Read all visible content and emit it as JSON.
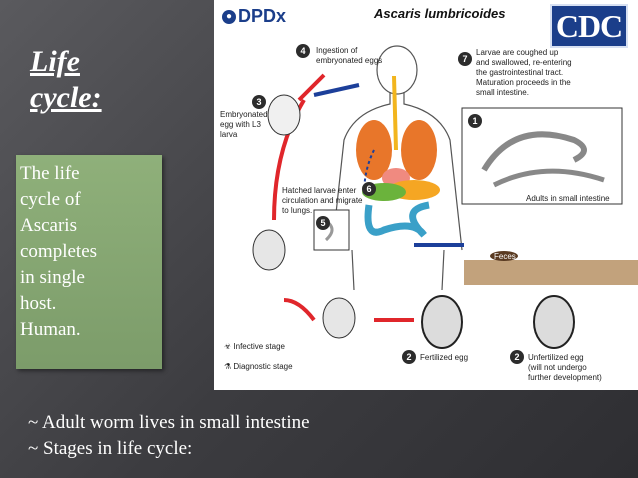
{
  "slide": {
    "title_line1": "Life",
    "title_line2": "cycle:",
    "info_lines": [
      "The life",
      "cycle of",
      "Ascaris",
      "completes",
      "in single",
      "host.",
      "Human."
    ],
    "bullets": [
      "~  Adult worm lives in small intestine",
      "~  Stages in life cycle:"
    ]
  },
  "figure": {
    "title": "Ascaris lumbricoides",
    "logo_left": "DPDx",
    "logo_right": "CDC",
    "labels": {
      "step1": "Adults in small intestine",
      "step2_fert": "Fertilized egg",
      "step2_unfert": "Unfertilized egg\n(will not undergo\nfurther development)",
      "step3": "Embryonated\negg with L3\nlarva",
      "step4": "Ingestion of\nembryonated eggs",
      "step6": "Hatched larvae enter\ncirculation and migrate\nto lungs.",
      "step7": "Larvae are coughed up\nand swallowed, re-entering\nthe gastrointestinal tract.\nMaturation proceeds in the\nsmall intestine.",
      "feces": "Feces",
      "legend_infective": "Infective stage",
      "legend_diagnostic": "Diagnostic stage"
    },
    "step_numbers": [
      "1",
      "2",
      "2",
      "3",
      "4",
      "5",
      "6",
      "7"
    ],
    "colors": {
      "arrow_red": "#e0262b",
      "arrow_blue": "#1c3f9a",
      "lung": "#e8762a",
      "intestine": "#3aa0c8"
    }
  }
}
